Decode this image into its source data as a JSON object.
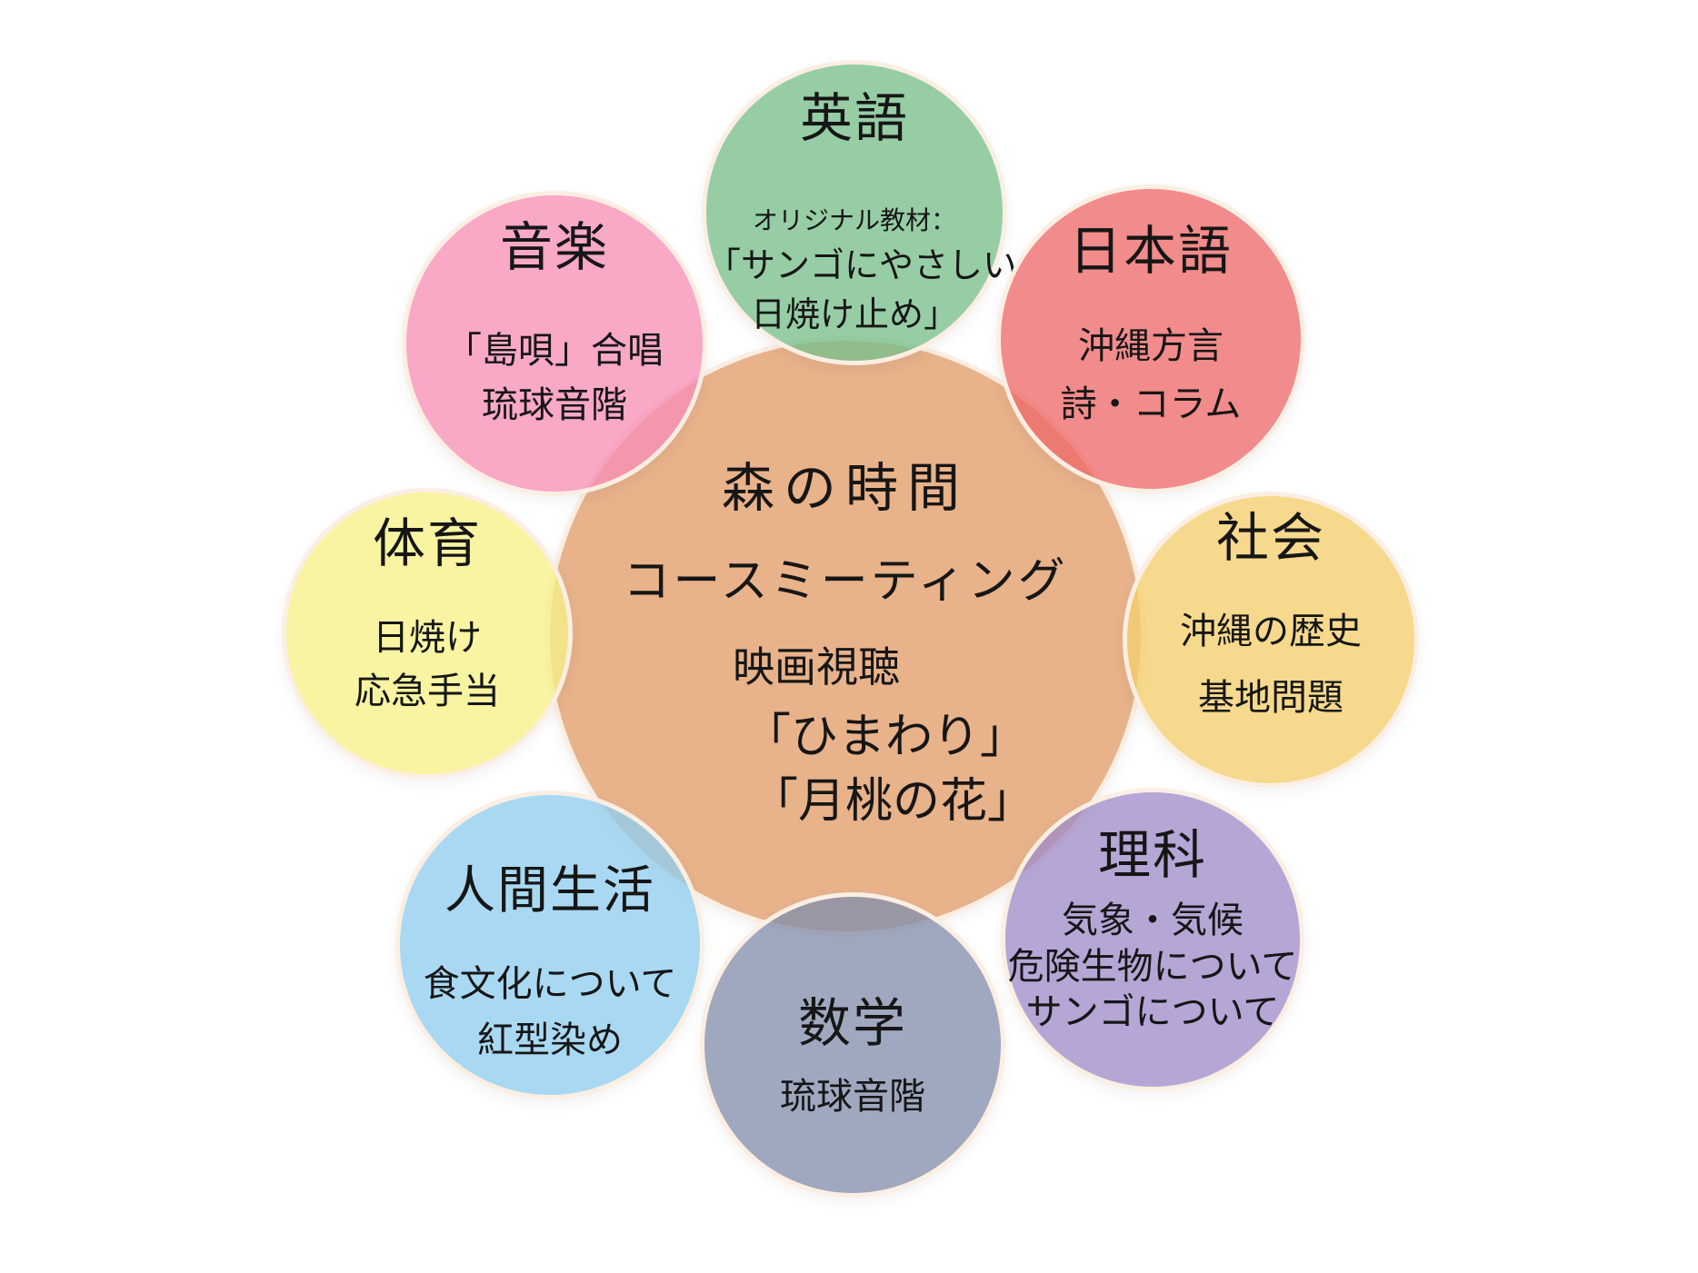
{
  "diagram": {
    "center": {
      "title": "森の時間",
      "lines": [
        "コースミーティング",
        "映画視聴",
        "「ひまわり」",
        "「月桃の花」"
      ],
      "color": "#e8b28a"
    },
    "subjects": [
      {
        "id": "english",
        "title": "英語",
        "lines": [
          "オリジナル教材：",
          "「サンゴにやさしい",
          "日焼け止め」"
        ],
        "color": "#96cda5",
        "position": "top"
      },
      {
        "id": "japanese",
        "title": "日本語",
        "lines": [
          "沖縄方言",
          "詩・コラム"
        ],
        "color": "#f28b8b",
        "position": "top-right"
      },
      {
        "id": "social-studies",
        "title": "社会",
        "lines": [
          "沖縄の歴史",
          "基地問題"
        ],
        "color": "#f6d98d",
        "position": "right"
      },
      {
        "id": "science",
        "title": "理科",
        "lines": [
          "気象・気候",
          "危険生物について",
          "サンゴについて"
        ],
        "color": "#b5a6d5",
        "position": "bottom-right"
      },
      {
        "id": "math",
        "title": "数学",
        "lines": [
          "琉球音階"
        ],
        "color": "#9fa8be",
        "position": "bottom"
      },
      {
        "id": "human-life",
        "title": "人間生活",
        "lines": [
          "食文化について",
          "紅型染め"
        ],
        "color": "#a9d9f2",
        "position": "bottom-left"
      },
      {
        "id": "physical-education",
        "title": "体育",
        "lines": [
          "日焼け",
          "応急手当"
        ],
        "color": "#f8f4a2",
        "position": "left"
      },
      {
        "id": "music",
        "title": "音楽",
        "lines": [
          "「島唄」合唱",
          "琉球音階"
        ],
        "color": "#f9a8c6",
        "position": "top-left"
      }
    ],
    "border_color": "#fbeee3"
  }
}
